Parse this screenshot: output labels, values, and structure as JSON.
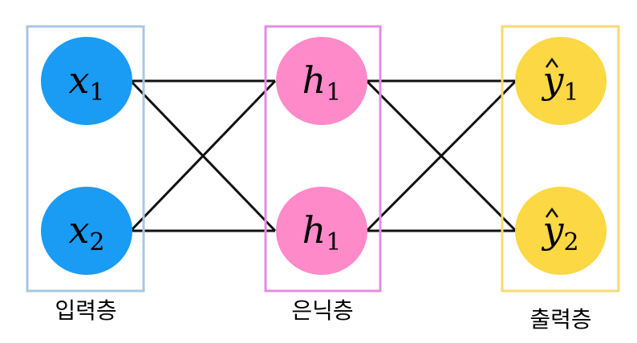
{
  "layers": {
    "input": {
      "label": "입력층",
      "box_color": "#a9c6e3",
      "node_color": "#1a9bf4",
      "nodes": [
        {
          "letter": "x",
          "sub": "1",
          "hat": false
        },
        {
          "letter": "x",
          "sub": "2",
          "hat": false
        }
      ]
    },
    "hidden": {
      "label": "은닉층",
      "box_color": "#e38ce3",
      "node_color": "#fe8ac9",
      "nodes": [
        {
          "letter": "h",
          "sub": "1",
          "hat": false
        },
        {
          "letter": "h",
          "sub": "1",
          "hat": false
        }
      ]
    },
    "output": {
      "label": "출력층",
      "box_color": "#f8da72",
      "node_color": "#fcd845",
      "nodes": [
        {
          "letter": "y",
          "sub": "1",
          "hat": true
        },
        {
          "letter": "y",
          "sub": "2",
          "hat": true
        }
      ]
    }
  },
  "edge_color": "#111111"
}
